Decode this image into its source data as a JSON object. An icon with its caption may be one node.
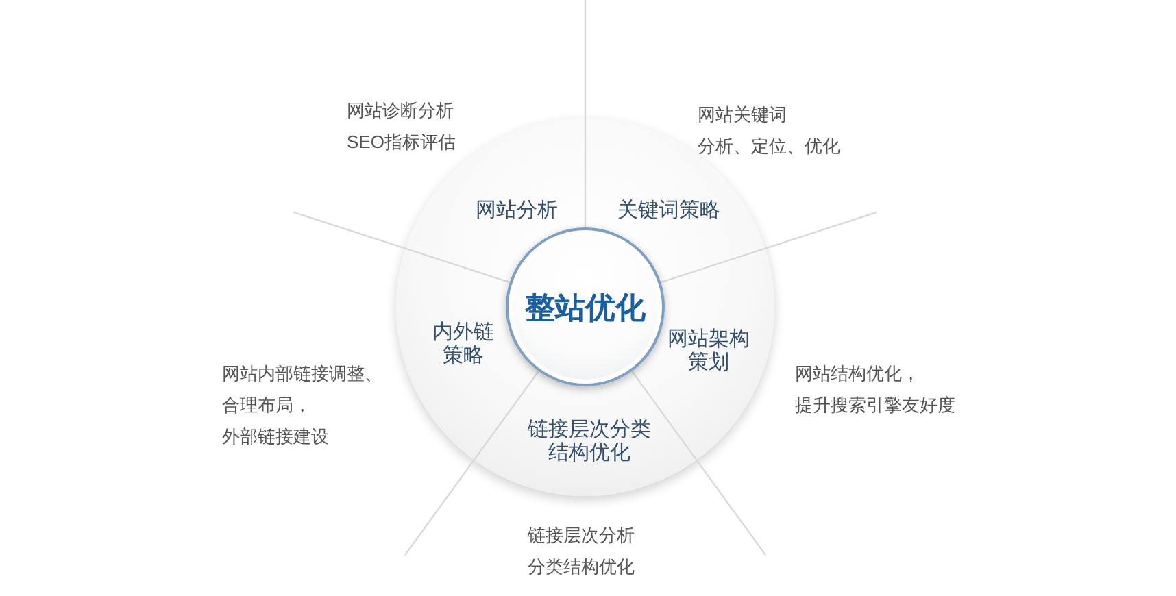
{
  "diagram": {
    "nodes": [
      {
        "text": [],
        "shape": "circle"
      },
      {
        "text": [
          "网站分析"
        ],
        "in": 0,
        "beside": [
          "网站诊断分析",
          "SEO指标评估"
        ]
      },
      {
        "text": [
          "关键词策略"
        ],
        "in": 0,
        "beside": [
          "网站关键词",
          "分析、定位、优化"
        ]
      },
      {
        "text": [
          "整站优化"
        ],
        "in": 0
      },
      {
        "text": [
          "内外链策略"
        ],
        "in": 0,
        "beside": [
          "网站内部链接调整、",
          "合理布局，",
          "外部链接建设"
        ]
      },
      {
        "text": [
          "网站架构策划"
        ],
        "in": 0,
        "beside": [
          "网站结构优化，",
          "提升搜索引擎友好度"
        ]
      },
      {
        "text": [
          "链接层次分类结构优化"
        ],
        "in": 0,
        "beside": [
          "链接层次分析",
          "分类结构优化"
        ]
      }
    ]
  }
}
